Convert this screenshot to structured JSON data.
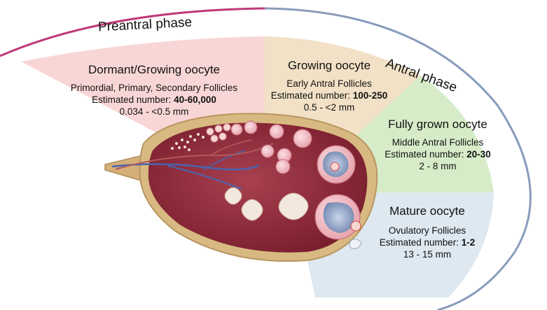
{
  "phases": {
    "preantral": "Preantral phase",
    "antral": "Antral phase"
  },
  "stages": [
    {
      "title": "Dormant/Growing oocyte",
      "follicles": "Primordial, Primary, Secondary Follicles",
      "estimate_label": "Estimated number: ",
      "estimate_value": "40-60,000",
      "size": "0.034 - <0.5 mm",
      "color": "#f9d6d6"
    },
    {
      "title": "Growing oocyte",
      "follicles": "Early Antral Follicles",
      "estimate_label": "Estimated number: ",
      "estimate_value": "100-250",
      "size": "0.5 - <2 mm",
      "color": "#f2e1c6"
    },
    {
      "title": "Fully grown oocyte",
      "follicles": "Middle Antral Follicles",
      "estimate_label": "Estimated number: ",
      "estimate_value": "20-30",
      "size": "2 - 8 mm",
      "color": "#d6ecc8"
    },
    {
      "title": "Mature oocyte",
      "follicles": "Ovulatory Follicles",
      "estimate_label": "Estimated number: ",
      "estimate_value": "1-2",
      "size": "13  - 15 mm",
      "color": "#dde8f0"
    }
  ],
  "colors": {
    "preantral_arc": "#c0397a",
    "antral_arc": "#8a9cbc",
    "ovary_tissue": "#8e2a3a",
    "ovary_rim": "#d9b982"
  }
}
